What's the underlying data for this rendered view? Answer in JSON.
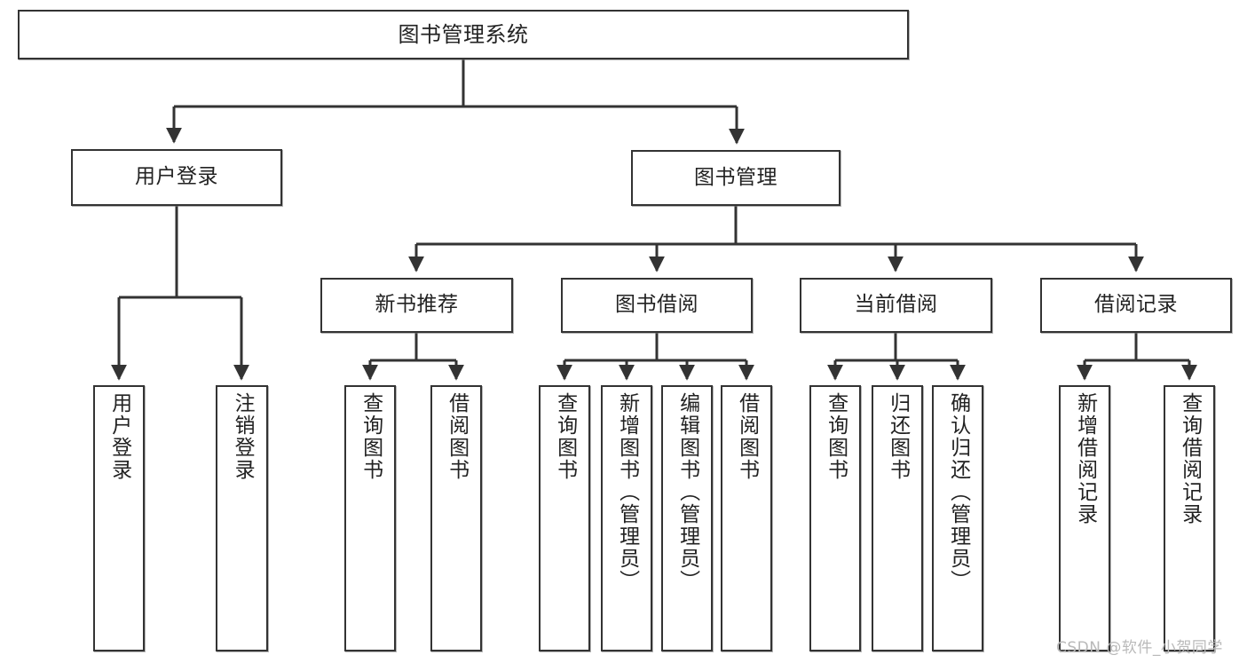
{
  "diagram": {
    "type": "hierarchy-tree",
    "title": "图书管理系统",
    "root": {
      "id": "root",
      "label": "图书管理系统"
    },
    "level2": [
      {
        "id": "user-login",
        "label": "用户登录"
      },
      {
        "id": "book-management",
        "label": "图书管理"
      }
    ],
    "level3": [
      {
        "id": "new-book-recommend",
        "label": "新书推荐",
        "parent": "book-management"
      },
      {
        "id": "book-borrow",
        "label": "图书借阅",
        "parent": "book-management"
      },
      {
        "id": "current-borrow",
        "label": "当前借阅",
        "parent": "book-management"
      },
      {
        "id": "borrow-record",
        "label": "借阅记录",
        "parent": "book-management"
      }
    ],
    "leaves": [
      {
        "id": "leaf-user-login",
        "label": "用户登录",
        "parent": "user-login"
      },
      {
        "id": "leaf-user-logout",
        "label": "注销登录",
        "parent": "user-login"
      },
      {
        "id": "leaf-query-book-1",
        "label": "查询图书",
        "parent": "new-book-recommend"
      },
      {
        "id": "leaf-borrow-book-1",
        "label": "借阅图书",
        "parent": "new-book-recommend"
      },
      {
        "id": "leaf-query-book-2",
        "label": "查询图书",
        "parent": "book-borrow"
      },
      {
        "id": "leaf-add-book",
        "label": "新增图书（管理员）",
        "parent": "book-borrow"
      },
      {
        "id": "leaf-edit-book",
        "label": "编辑图书（管理员）",
        "parent": "book-borrow"
      },
      {
        "id": "leaf-borrow-book-2",
        "label": "借阅图书",
        "parent": "book-borrow"
      },
      {
        "id": "leaf-query-book-3",
        "label": "查询图书",
        "parent": "current-borrow"
      },
      {
        "id": "leaf-return-book",
        "label": "归还图书",
        "parent": "current-borrow"
      },
      {
        "id": "leaf-confirm-return",
        "label": "确认归还（管理员）",
        "parent": "current-borrow"
      },
      {
        "id": "leaf-add-record",
        "label": "新增借阅记录",
        "parent": "borrow-record"
      },
      {
        "id": "leaf-query-record",
        "label": "查询借阅记录",
        "parent": "borrow-record"
      }
    ]
  },
  "watermark": {
    "text": "CSDN @软件_小贺同学"
  },
  "colors": {
    "stroke": "#333333",
    "text": "#222222",
    "background": "#ffffff",
    "watermark": "#b9b9b9"
  }
}
